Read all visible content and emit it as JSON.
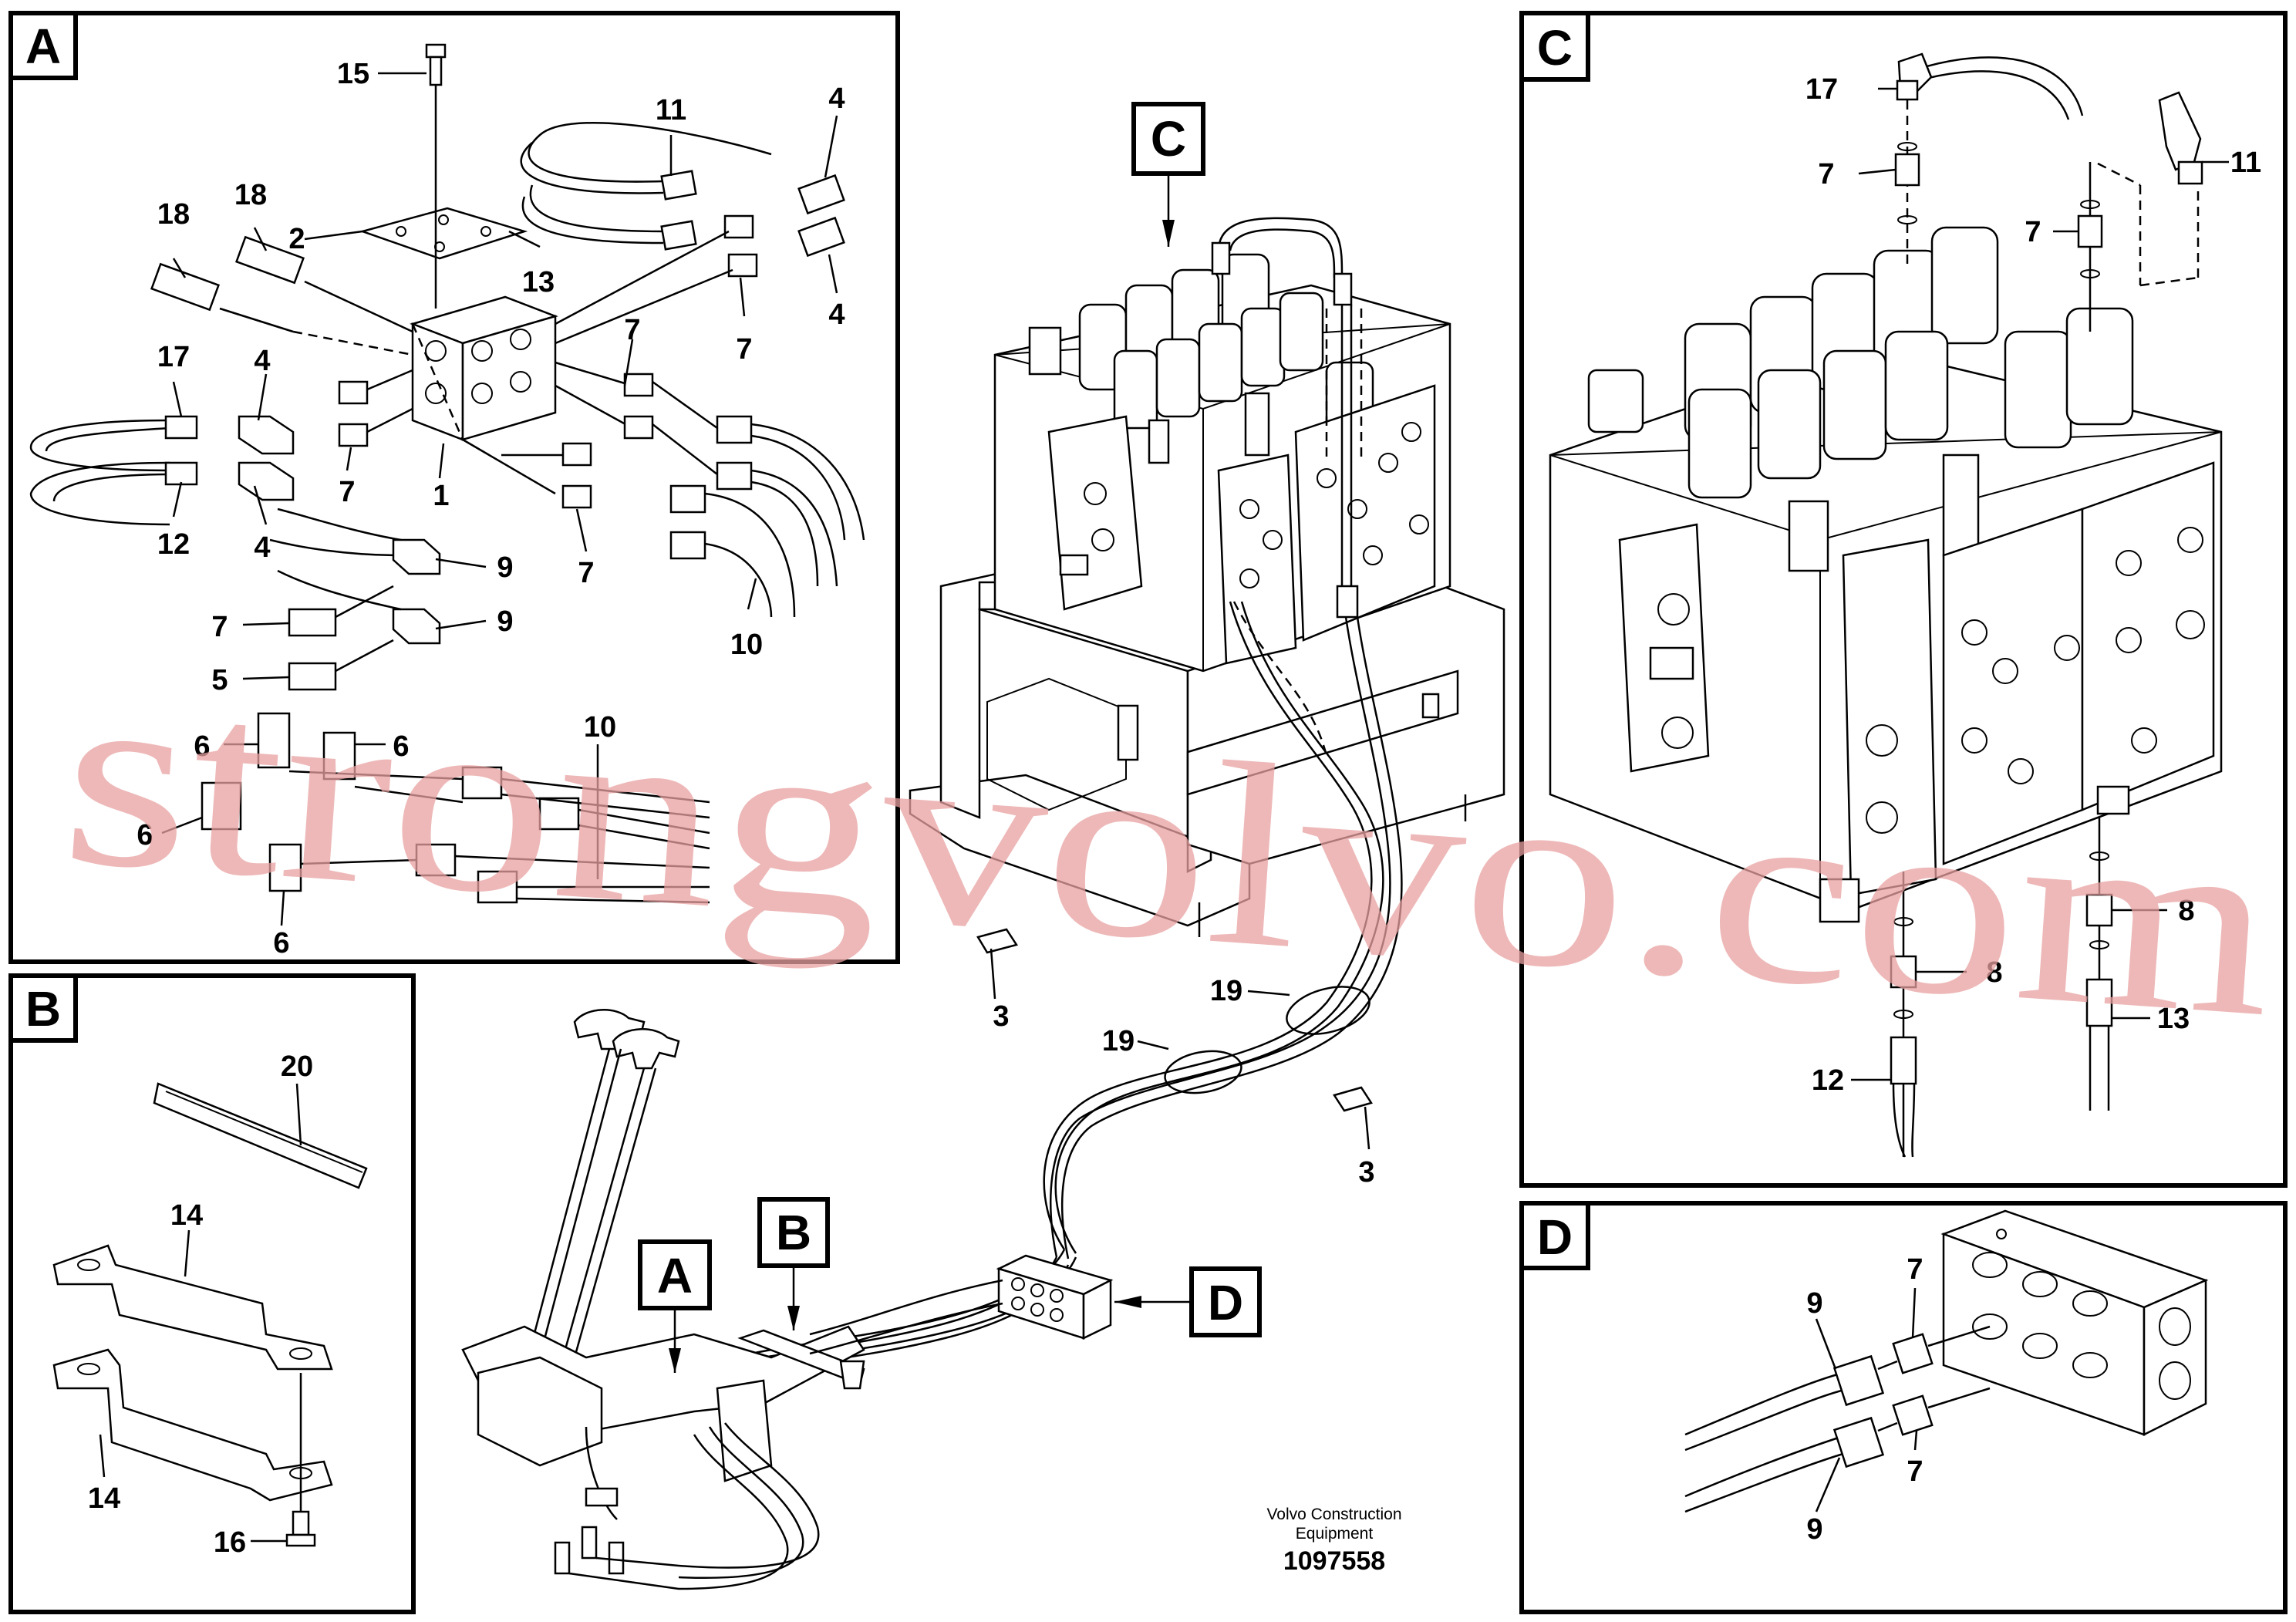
{
  "panels": {
    "a": "A",
    "b": "B",
    "c": "C",
    "d": "D"
  },
  "callouts": {
    "c": "C",
    "a": "A",
    "b": "B",
    "d": "D"
  },
  "labels": {
    "a15": "15",
    "a18l": "18",
    "a18r": "18",
    "a2": "2",
    "a11": "11",
    "a4t": "4",
    "a13": "13",
    "a4m": "4",
    "a7tr": "7",
    "a17": "17",
    "a4a": "4",
    "a7c": "7",
    "a12": "12",
    "a4b": "4",
    "a7l": "7",
    "a1": "1",
    "a7m": "7",
    "a9a": "9",
    "a9b": "9",
    "a7low": "7",
    "a5": "5",
    "a10a": "10",
    "a10b": "10",
    "a6a": "6",
    "a6b": "6",
    "a6c": "6",
    "a6d": "6",
    "b20": "20",
    "b14a": "14",
    "b14b": "14",
    "b16": "16",
    "m3a": "3",
    "m3b": "3",
    "m19a": "19",
    "m19b": "19",
    "c17": "17",
    "c7a": "7",
    "c7b": "7",
    "c11": "11",
    "c8a": "8",
    "c8b": "8",
    "c12": "12",
    "c13": "13",
    "d9a": "9",
    "d7a": "7",
    "d9b": "9",
    "d7b": "7"
  },
  "credit": {
    "line1": "Volvo Construction",
    "line2": "Equipment",
    "number": "1097558"
  },
  "watermark": "strongvolvo.com",
  "colors": {
    "ink": "#000000",
    "paper": "#ffffff",
    "watermark": "#e8a0a0"
  }
}
